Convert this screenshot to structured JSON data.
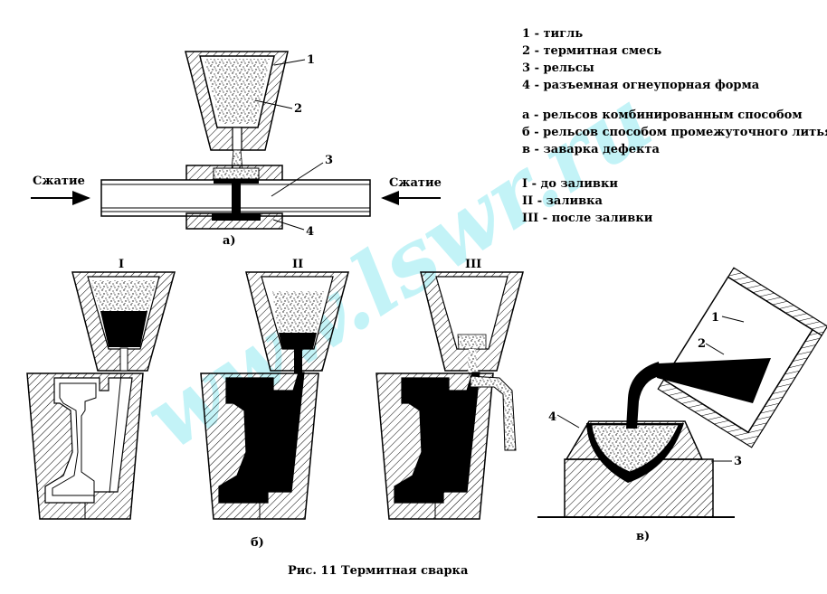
{
  "legend_parts": [
    "1 - тигль",
    "2 - термитная смесь",
    "3 - рельсы",
    "4 - разъемная огнеупорная форма"
  ],
  "legend_methods": [
    "а - рельсов комбинированным способом",
    "б - рельсов способом промежуточного литья",
    "в - заварка дефекта"
  ],
  "legend_stages": [
    "I - до заливки",
    "II - заливка",
    "III - после заливки"
  ],
  "labels": {
    "compress_left": "Сжатие",
    "compress_right": "Сжатие",
    "sub_a": "а)",
    "sub_b": "б)",
    "sub_v": "в)",
    "stage_1": "I",
    "stage_2": "II",
    "stage_3": "III",
    "a_n1": "1",
    "a_n2": "2",
    "a_n3": "3",
    "a_n4": "4",
    "v_n1": "1",
    "v_n2": "2",
    "v_n3": "3",
    "v_n4": "4"
  },
  "caption": "Рис. 11  Термитная сварка",
  "watermark": "www.lswr.ru",
  "colors": {
    "ink": "#000000",
    "watermark": "#2ad6e6"
  }
}
